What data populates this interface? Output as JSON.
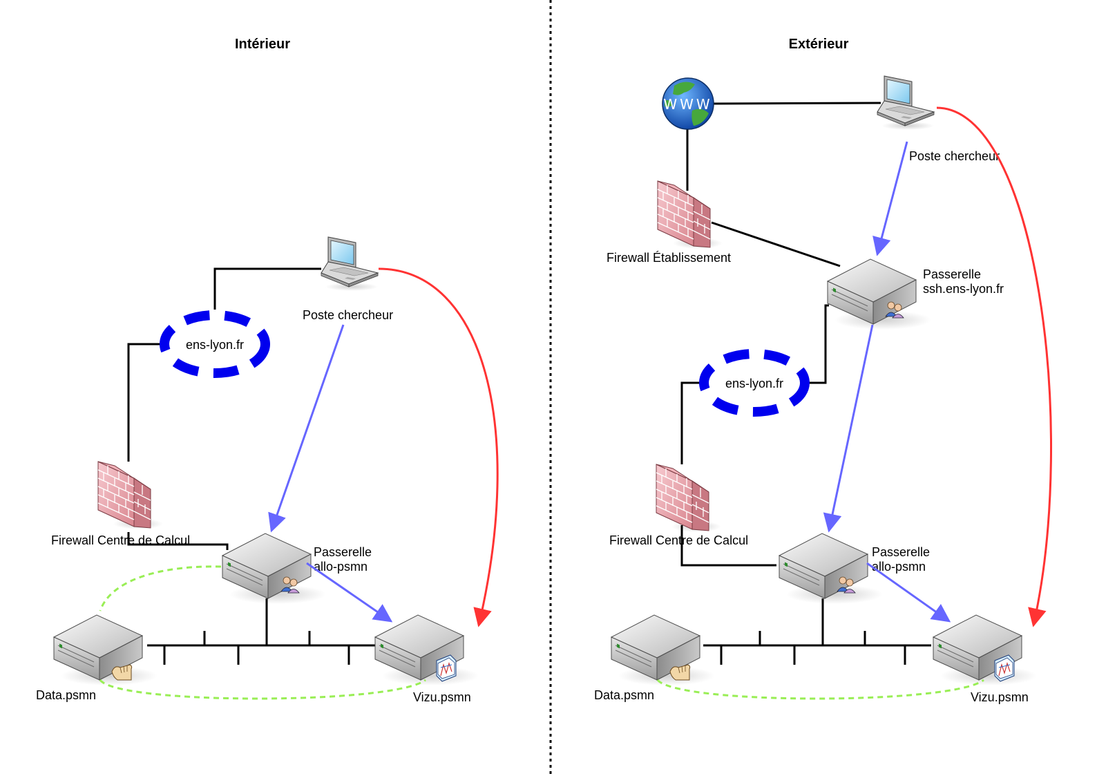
{
  "left_panel": {
    "title": "Intérieur",
    "researcher": "Poste chercheur",
    "network": "ens-lyon.fr",
    "firewall": "Firewall Centre de Calcul",
    "gateway_line1": "Passerelle",
    "gateway_line2": "allo-psmn",
    "data_server": "Data.psmn",
    "vizu_server": "Vizu.psmn"
  },
  "right_panel": {
    "title": "Extérieur",
    "researcher": "Poste chercheur",
    "firewall_institution": "Firewall Établissement",
    "ssh_gateway_line1": "Passerelle",
    "ssh_gateway_line2": "ssh.ens-lyon.fr",
    "network": "ens-lyon.fr",
    "firewall": "Firewall Centre de Calcul",
    "gateway_line1": "Passerelle",
    "gateway_line2": "allo-psmn",
    "data_server": "Data.psmn",
    "vizu_server": "Vizu.psmn",
    "globe_text": "WWW"
  },
  "colors": {
    "network_line": "#000000",
    "ssh_path": "#6666ff",
    "direct_path": "#ff3333",
    "nfs_link": "#99ee55",
    "network_ring": "#0000ee",
    "divider": "#000000"
  }
}
